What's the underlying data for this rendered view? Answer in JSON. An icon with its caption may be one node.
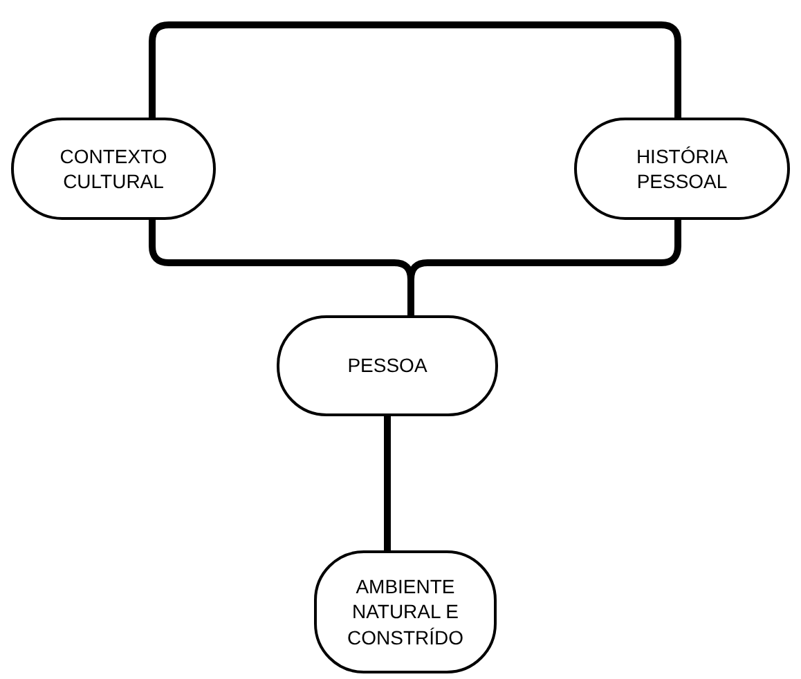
{
  "diagram": {
    "nodes": [
      {
        "text": [
          "CONTEXTO CULTURAL"
        ]
      },
      {
        "text": [
          "HISTÓRIA PESSOAL"
        ]
      },
      {
        "text": [
          "PESSOA"
        ]
      },
      {
        "text": [
          "AMBIENTE NATURAL E CONSTRÍDO"
        ]
      }
    ],
    "edges": [
      {
        "from": 0,
        "to": 1,
        "arrow": "none"
      },
      {
        "from": 0,
        "to": 2,
        "arrow": "none"
      },
      {
        "from": 1,
        "to": 2,
        "arrow": "none"
      },
      {
        "from": 2,
        "to": 3,
        "arrow": "none"
      }
    ]
  }
}
